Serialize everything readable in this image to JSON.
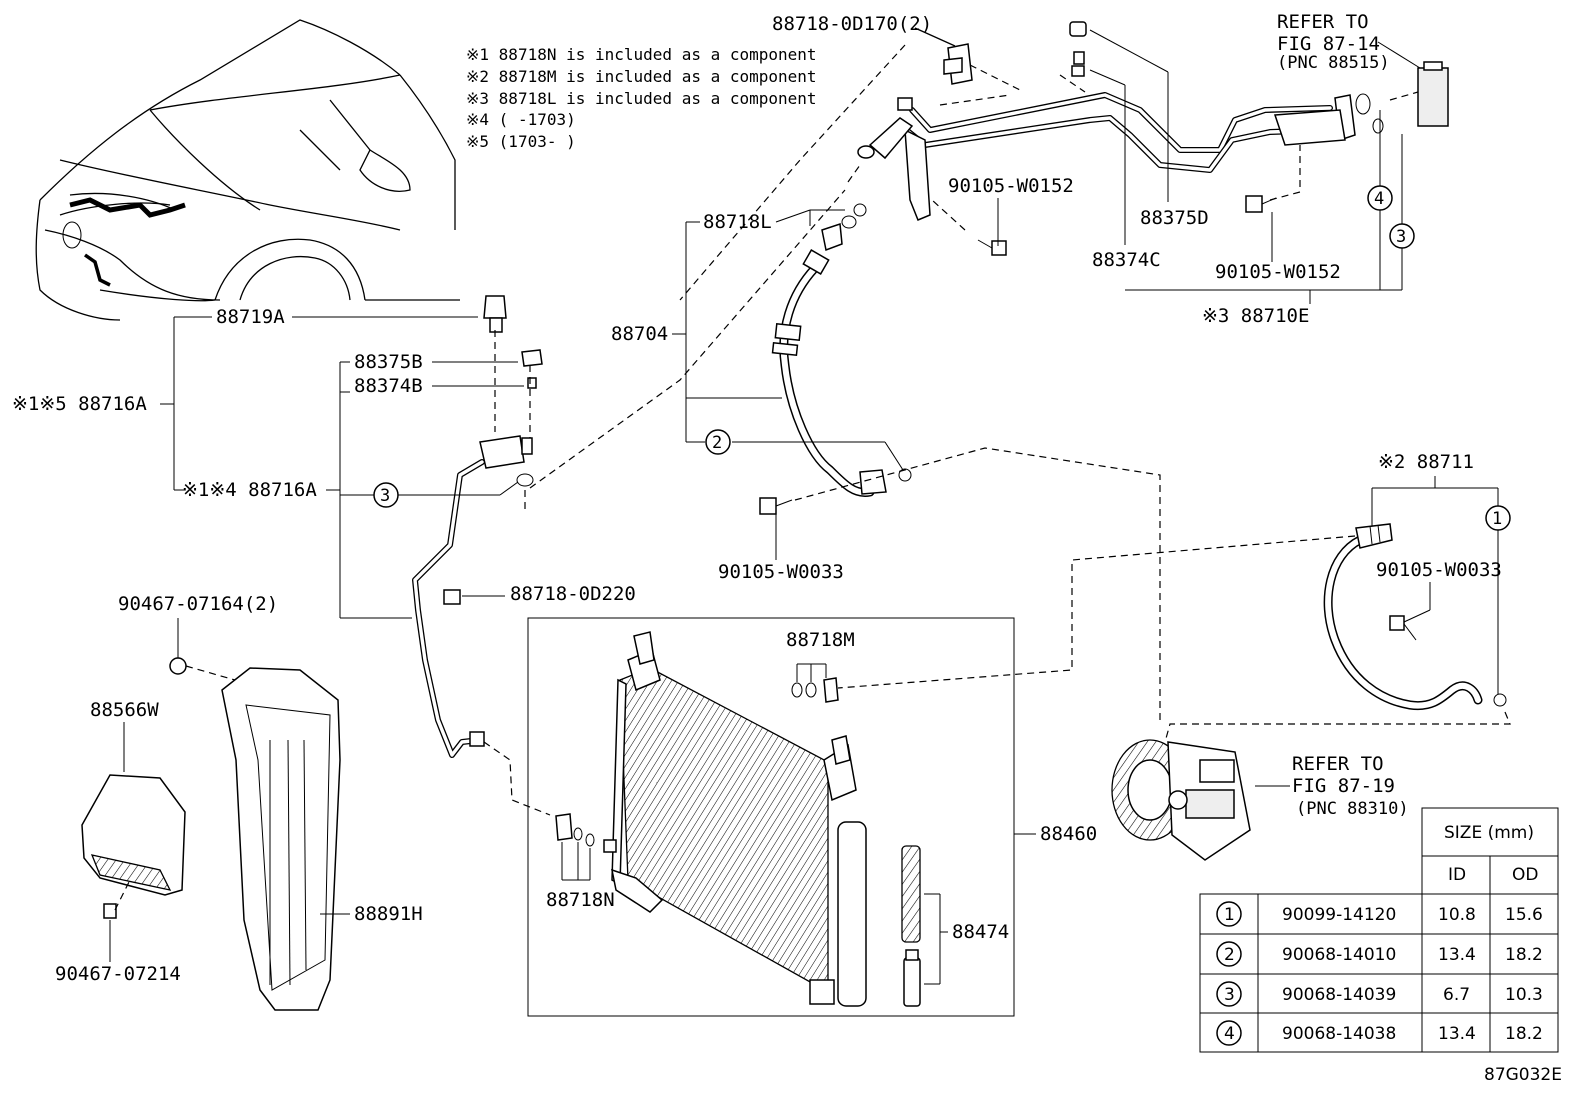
{
  "notes": [
    "※1 88718N is included as a component",
    "※2 88718M is included as a component",
    "※3 88718L  is included as a component",
    "※4 (      -1703)",
    "※5 (1703-      )"
  ],
  "labels": {
    "p88718_0d170": "88718-0D170(2)",
    "refer1_a": "REFER TO",
    "refer1_b": "FIG 87-14",
    "refer1_c": "(PNC 88515)",
    "p90105_w0152_a": "90105-W0152",
    "p88375d": "88375D",
    "p88374c": "88374C",
    "p90105_w0152_b": "90105-W0152",
    "p88710e": "※3 88710E",
    "p88718l": "88718L",
    "p88704": "88704",
    "p88719a": "88719A",
    "p88716a_top": "※1※5 88716A",
    "p88375b": "88375B",
    "p88374b": "88374B",
    "p88716a_bot": "※1※4 88716A",
    "p90105_w0033_a": "90105-W0033",
    "p88711": "※2 88711",
    "p90105_w0033_b": "90105-W0033",
    "p88718_0d220": "88718-0D220",
    "p90467_07164": "90467-07164(2)",
    "p88718m": "88718M",
    "p88566w": "88566W",
    "refer2_a": "REFER TO",
    "refer2_b": "FIG 87-19",
    "refer2_c": "(PNC 88310)",
    "p88460": "88460",
    "p88718n": "88718N",
    "p88474": "88474",
    "p88891h": "88891H",
    "p90467_07214": "90467-07214",
    "figure_code": "87G032E"
  },
  "callouts": [
    "1",
    "2",
    "3",
    "4"
  ],
  "size_table": {
    "header": "SIZE (mm)",
    "col_id": "ID",
    "col_od": "OD",
    "rows": [
      {
        "ref": "1",
        "part": "90099-14120",
        "id": "10.8",
        "od": "15.6"
      },
      {
        "ref": "2",
        "part": "90068-14010",
        "id": "13.4",
        "od": "18.2"
      },
      {
        "ref": "3",
        "part": "90068-14039",
        "id": "6.7",
        "od": "10.3"
      },
      {
        "ref": "4",
        "part": "90068-14038",
        "id": "13.4",
        "od": "18.2"
      }
    ]
  }
}
